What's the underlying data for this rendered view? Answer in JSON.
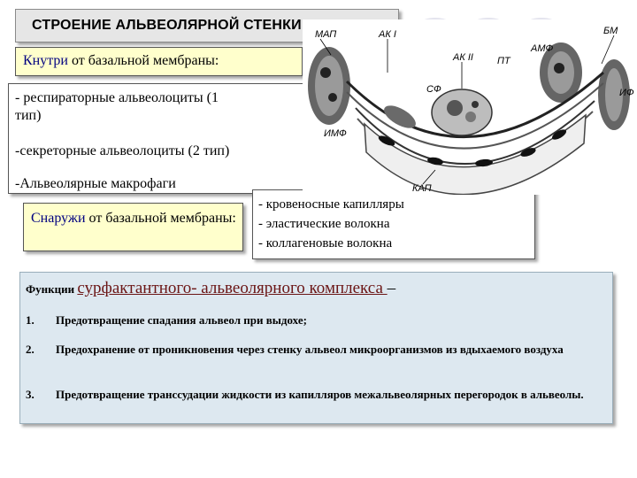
{
  "title": "СТРОЕНИЕ АЛЬВЕОЛЯРНОЙ СТЕНКИ",
  "inside": {
    "label_word": "Кнутри",
    "label_rest": " от базальной мембраны:"
  },
  "inside_cells": [
    "- респираторные альвеолоциты (1",
    "тип)",
    "-секреторные альвеолоциты (2 тип)",
    "-Альвеолярные макрофаги"
  ],
  "outside": {
    "label_word": "Снаружи",
    "label_rest": " от базальной мембраны:"
  },
  "outside_items": [
    "- кровеносные капилляры",
    "- эластические волокна",
    "- коллагеновые волокна"
  ],
  "functions": {
    "prefix": "Функции ",
    "highlight": "сурфактантного- альвеолярного комплекса ",
    "suffix": "–",
    "items": [
      {
        "num": "1.",
        "text": "Предотвращение спадания альвеол при выдохе;"
      },
      {
        "num": "2.",
        "text": "Предохранение от проникновения через стенку альвеол микроорганизмов из вдыхаемого воздуха"
      },
      {
        "num": "3.",
        "text": "Предотвращение транссудации жидкости из капилляров межальвеолярных перегородок в альвеолы."
      }
    ]
  },
  "diagram_labels": {
    "map": "МАП",
    "ak1": "АК I",
    "ak2": "АК II",
    "pt": "ПТ",
    "sf": "СФ",
    "imf_left": "ИМФ",
    "amf": "АМФ",
    "bm": "БМ",
    "imf_right": "ИФ",
    "kap": "КАП"
  },
  "colors": {
    "yellow_box": "#ffffcc",
    "title_box": "#e6e6e6",
    "functions_box": "#dde8f0",
    "highlight_text": "#6b1515"
  }
}
